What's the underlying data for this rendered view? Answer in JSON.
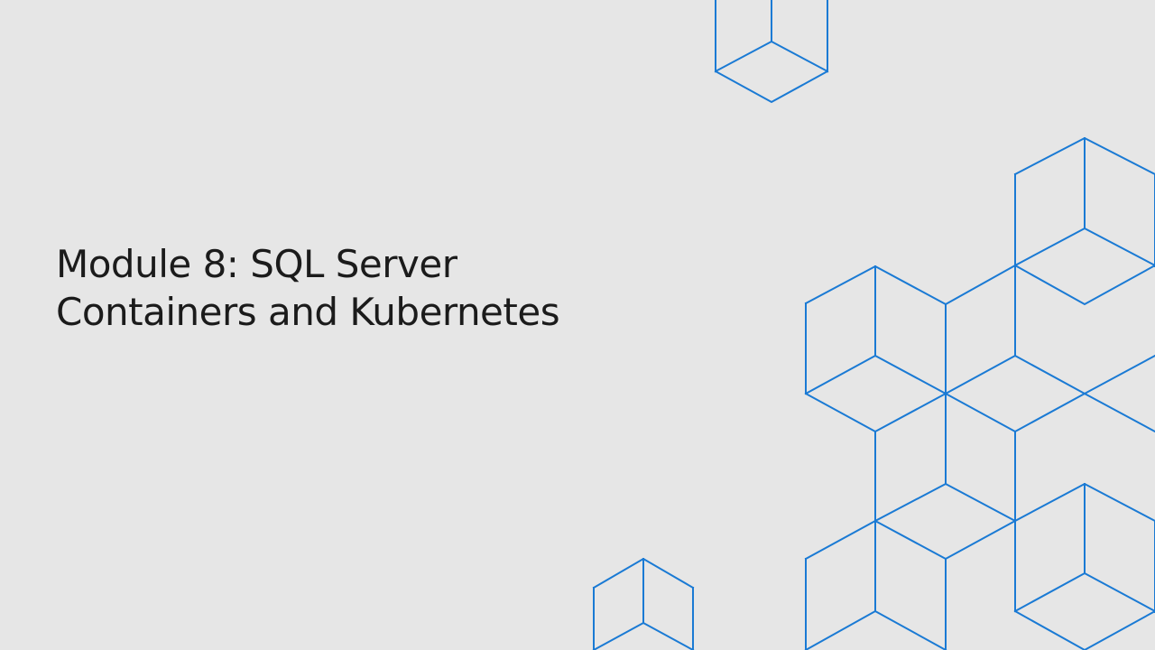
{
  "slide": {
    "title_line_1": "Module 8: SQL Server",
    "title_line_2": "Containers and Kubernetes"
  },
  "colors": {
    "background": "#e6e6e6",
    "title_text": "#1b1b1b",
    "cube_outline": "#1a7ad4"
  },
  "decorations": {
    "cube_graphic": "isometric-cube-outlines"
  }
}
